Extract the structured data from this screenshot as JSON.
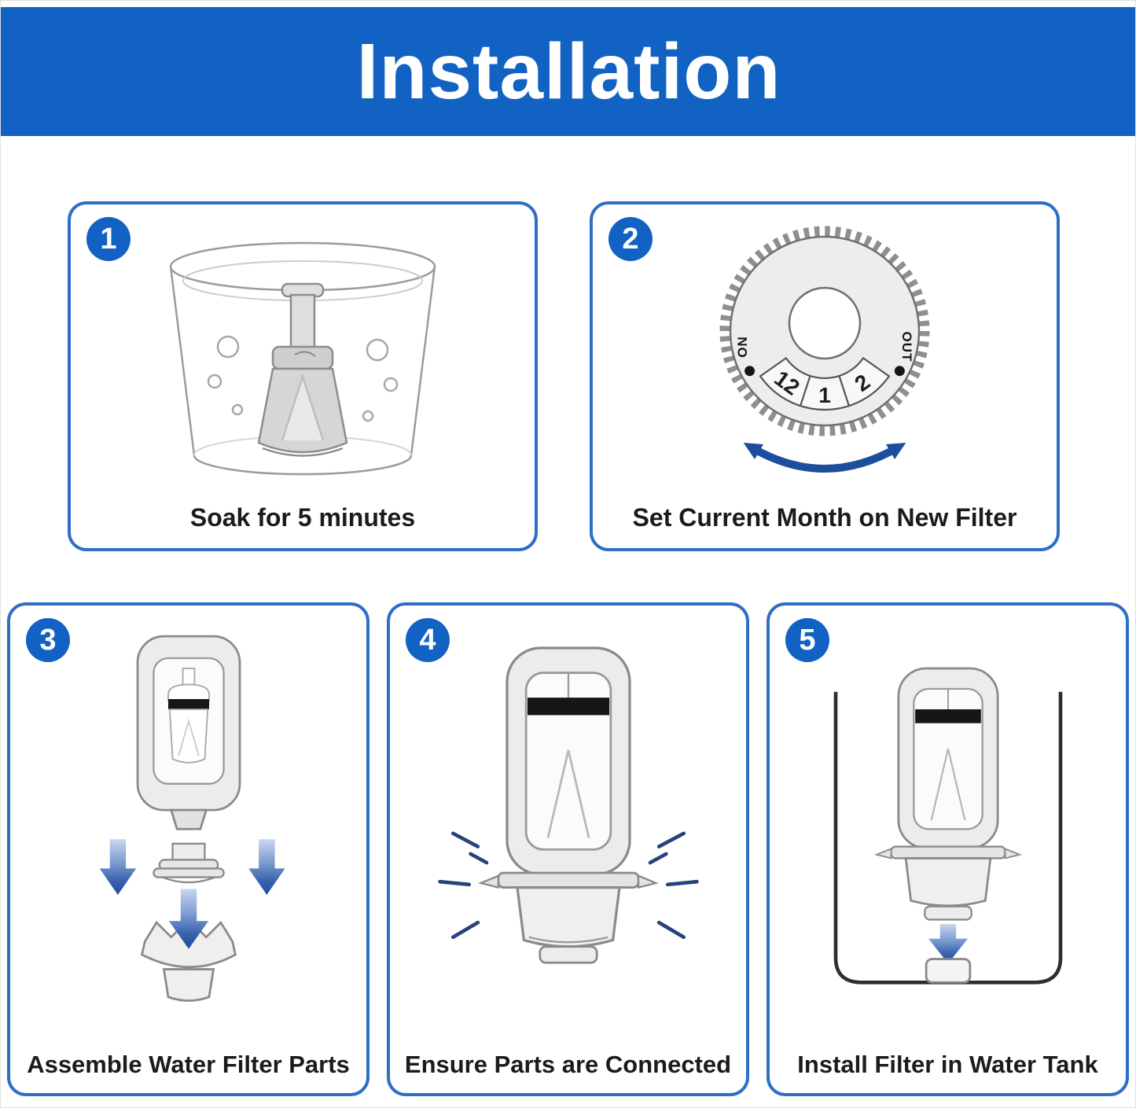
{
  "header": {
    "title": "Installation"
  },
  "steps": [
    {
      "number": "1",
      "caption": "Soak for 5 minutes"
    },
    {
      "number": "2",
      "caption": "Set Current Month on New Filter"
    },
    {
      "number": "3",
      "caption": "Assemble Water Filter Parts"
    },
    {
      "number": "4",
      "caption": "Ensure Parts are Connected"
    },
    {
      "number": "5",
      "caption": "Install Filter in Water Tank"
    }
  ],
  "dial": {
    "left_label": "ON",
    "right_label": "OUT",
    "month_numbers": [
      "12",
      "1",
      "2"
    ]
  },
  "colors": {
    "banner_blue": "#1262c4",
    "panel_border_blue": "#2e6fc4",
    "arrow_blue": "#1d4e9e",
    "emphasis_navy": "#27417e"
  }
}
